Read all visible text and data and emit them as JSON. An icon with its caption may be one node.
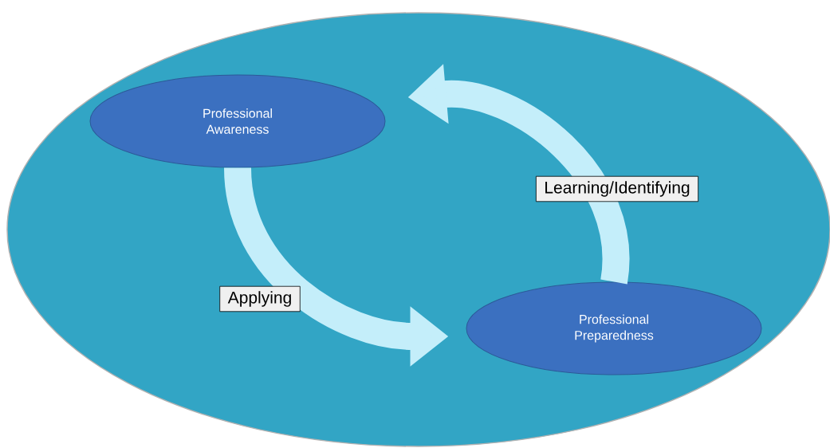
{
  "diagram": {
    "nodes": [
      {
        "text": [],
        "shape": "ellipse"
      },
      {
        "text": [
          "Professional Awareness"
        ],
        "in": 0
      },
      {
        "text": [
          "Professional Preparedness"
        ],
        "in": 0
      }
    ],
    "edges": [
      {
        "from": 1,
        "to": 2,
        "arrow": "to",
        "label": "Applying"
      },
      {
        "from": 2,
        "to": 1,
        "arrow": "to",
        "label": "Learning/Identifying"
      }
    ]
  }
}
